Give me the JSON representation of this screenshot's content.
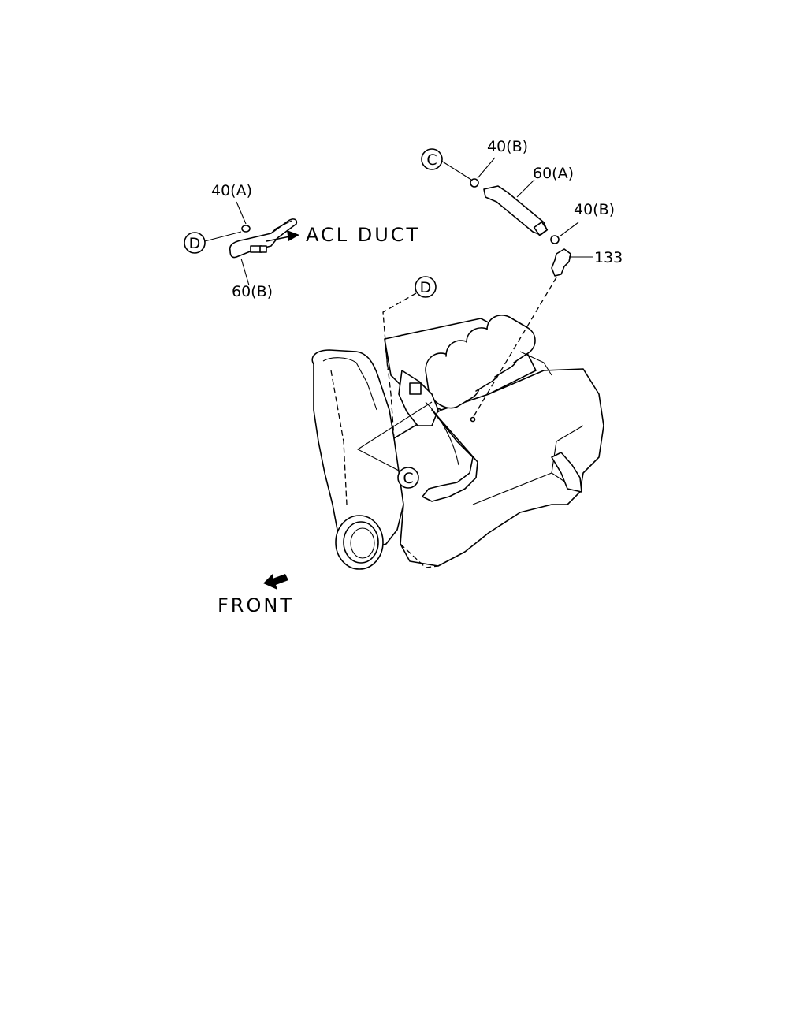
{
  "labels": {
    "clip_a": "40(A)",
    "hose_b": "60(B)",
    "acl_duct": "ACL DUCT",
    "clip_b_top": "40(B)",
    "hose_a": "60(A)",
    "clip_b_mid": "40(B)",
    "fitting": "133",
    "front": "FRONT"
  },
  "callouts": {
    "d_upper": "D",
    "d_engine": "D",
    "c_upper": "C",
    "c_engine": "C"
  }
}
